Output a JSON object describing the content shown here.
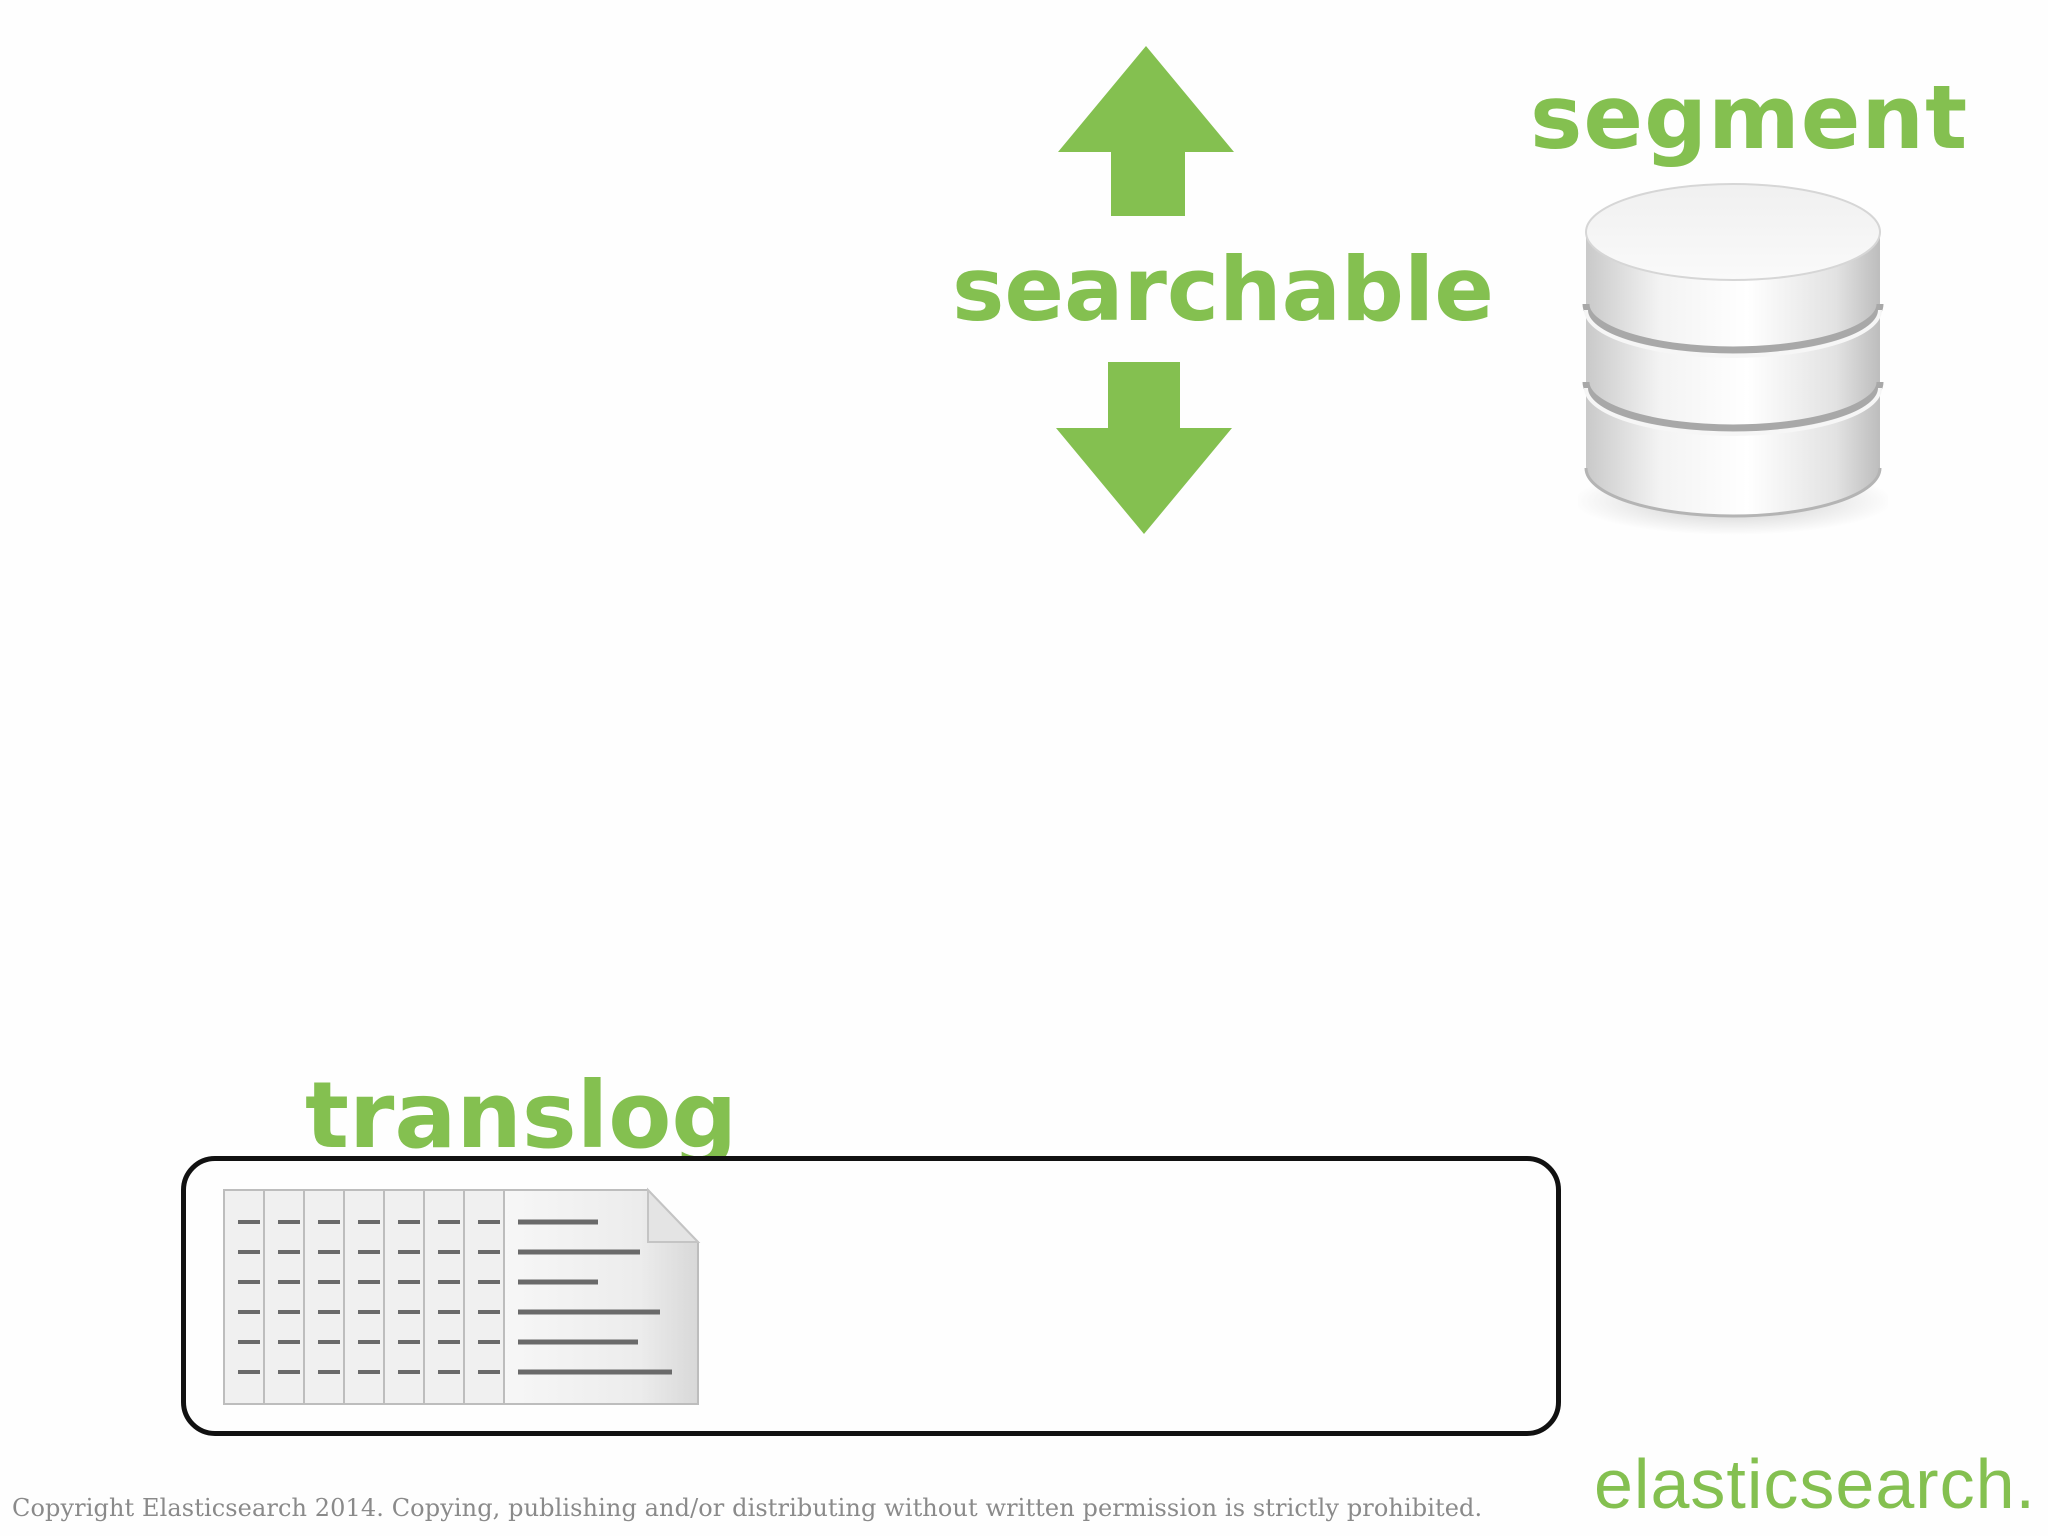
{
  "labels": {
    "segment": "segment",
    "searchable": "searchable",
    "translog": "translog"
  },
  "icons": {
    "arrow_up": "arrow-up-icon",
    "arrow_down": "arrow-down-icon",
    "database": "database-icon",
    "documents": "document-stack-icon"
  },
  "colors": {
    "accent_green": "#84c050",
    "box_border": "#111111",
    "footer_text": "#8a8a8a"
  },
  "footer": {
    "copyright": "Copyright Elasticsearch 2014. Copying, publishing and/or distributing without written permission is strictly prohibited.",
    "logo": "elasticsearch."
  }
}
